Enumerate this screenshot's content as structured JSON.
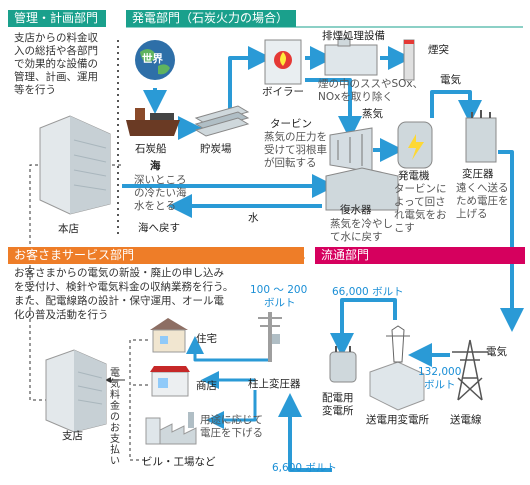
{
  "headers": {
    "mgmt": "管理・計画部門",
    "power": "発電部門（石炭火力の場合）",
    "service": "お客さまサービス部門",
    "dist": "流通部門"
  },
  "mgmt_desc": [
    "支店からの料金収",
    "入の総括や各部門",
    "で効果的な設備の",
    "管理、計画、運用",
    "等を行う"
  ],
  "service_desc": [
    "お客さまからの電気の新設・廃止の申し込み",
    "を受付け、検針や電気料金の収納業務を行う。",
    "また、配電線路の設計・保守運用、オール電",
    "化の普及活動を行う"
  ],
  "labels": {
    "world": "世界",
    "coal_ship": "石炭船",
    "storage": "貯炭場",
    "boiler": "ボイラー",
    "desulf": "排煙処理設備",
    "chimney": "煙突",
    "turbine": "タービン",
    "steam": "蒸気",
    "generator": "発電機",
    "transformer": "変圧器",
    "electricity": "電気",
    "sea": "海",
    "condenser": "復水器",
    "water": "水",
    "return_sea": "海へ戻す",
    "head_office": "本店",
    "branch": "支店",
    "house": "住宅",
    "shop": "商店",
    "building": "ビル・工場など",
    "pole_tr": "柱上変圧器",
    "dist_sub": [
      "配電用",
      "変電所"
    ],
    "trans_sub": "送電用変電所",
    "trans_line": "送電線",
    "electricity2": "電気"
  },
  "desc": {
    "desulf": [
      "煙の中のススやSOx、",
      "NOxを取り除く"
    ],
    "turbine": [
      "蒸気の圧力を",
      "受けて羽根車",
      "が回転する"
    ],
    "generator": [
      "タービンに",
      "よって回さ",
      "れ電気をお",
      "こす"
    ],
    "transformer": [
      "遠くへ送る",
      "ため電圧を",
      "上げる"
    ],
    "sea": [
      "深いところ",
      "の冷たい海",
      "水をとる"
    ],
    "condenser": [
      "蒸気を冷やし",
      "て水に戻す"
    ],
    "pole_tr": [
      "用途に応じて",
      "電圧を下げる"
    ],
    "payment": [
      "電",
      "気",
      "料",
      "金",
      "の",
      "お",
      "支",
      "払",
      "い"
    ]
  },
  "voltages": {
    "v100": "100 ～ 200",
    "v100_unit": "ボルト",
    "v66000": "66,000 ボルト",
    "v132000": "132,000",
    "v132000_unit": "ボルト",
    "v6600": "6,600 ボルト"
  },
  "colors": {
    "arrow_blue": "#2a9ad6",
    "green": "#1aa08c",
    "orange": "#ee7d28",
    "magenta": "#d6005e",
    "blue_text": "#1b8fd6"
  }
}
